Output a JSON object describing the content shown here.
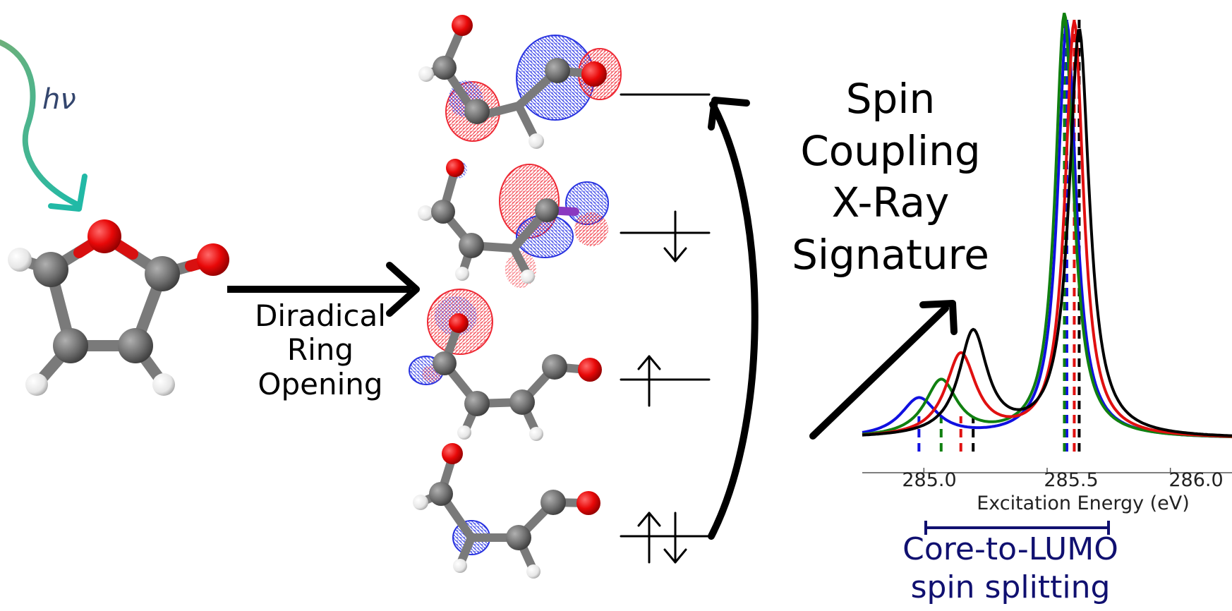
{
  "labels": {
    "photon": "hν",
    "reaction": "Diradical Ring Opening",
    "signature": "Spin Coupling X-Ray Signature",
    "splitting": "Core-to-LUMO spin splitting",
    "xlabel": "Excitation Energy (eV)"
  },
  "colors": {
    "photon_arrow_start": "#5fb38a",
    "photon_arrow_end": "#26b8a4",
    "oxygen": "#e01010",
    "carbon": "#707070",
    "hydrogen": "#f2f2f2",
    "orbital_positive": "#e8303a",
    "orbital_negative": "#2530d8",
    "splitting_bracket": "#101070"
  },
  "orbital_diagram": {
    "levels": [
      {
        "occupancy": "empty"
      },
      {
        "occupancy": "spin-down"
      },
      {
        "occupancy": "spin-up"
      },
      {
        "occupancy": "paired"
      }
    ]
  },
  "chart_data": {
    "type": "line",
    "xlabel": "Excitation Energy (eV)",
    "ylabel": "",
    "xlim": [
      284.75,
      286.25
    ],
    "xticks": [
      285.0,
      285.5,
      286.0
    ],
    "tick_labels": [
      "285.0",
      "285.5",
      "286.0"
    ],
    "grid": false,
    "series": [
      {
        "color": "#1010e0",
        "lines": [
          284.98,
          285.58
        ],
        "peaks": [
          {
            "x": 284.98,
            "h": 0.09
          },
          {
            "x": 285.58,
            "h": 0.96
          }
        ],
        "widths": [
          0.09,
          0.045
        ]
      },
      {
        "color": "#108010",
        "lines": [
          285.07,
          285.57
        ],
        "peaks": [
          {
            "x": 285.07,
            "h": 0.13
          },
          {
            "x": 285.57,
            "h": 0.98
          }
        ],
        "widths": [
          0.08,
          0.045
        ]
      },
      {
        "color": "#e01010",
        "lines": [
          285.15,
          285.61
        ],
        "peaks": [
          {
            "x": 285.15,
            "h": 0.19
          },
          {
            "x": 285.61,
            "h": 0.96
          }
        ],
        "widths": [
          0.075,
          0.045
        ]
      },
      {
        "color": "#000000",
        "lines": [
          285.2,
          285.63
        ],
        "peaks": [
          {
            "x": 285.2,
            "h": 0.24
          },
          {
            "x": 285.63,
            "h": 0.94
          }
        ],
        "widths": [
          0.07,
          0.05
        ]
      }
    ]
  }
}
